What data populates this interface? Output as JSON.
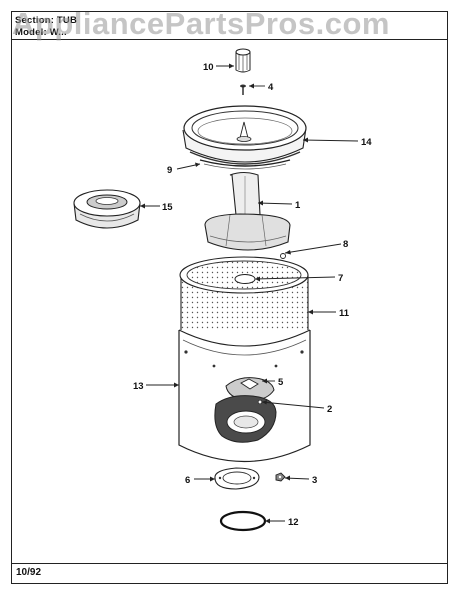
{
  "header": {
    "section": "Section: TUB",
    "model": "Model: W..."
  },
  "footer": {
    "date": "10/92"
  },
  "watermark": "AppliancePartsPros.com",
  "callouts": {
    "c1": "1",
    "c2": "2",
    "c3": "3",
    "c4": "4",
    "c5": "5",
    "c6": "6",
    "c7": "7",
    "c8": "8",
    "c9": "9",
    "c10": "10",
    "c11": "11",
    "c12": "12",
    "c13": "13",
    "c14": "14",
    "c15": "15"
  }
}
